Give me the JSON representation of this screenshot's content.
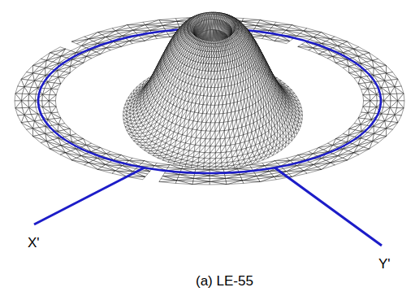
{
  "diagram": {
    "caption": "(a) LE-55",
    "labels": [
      "X'",
      "Y'"
    ]
  }
}
